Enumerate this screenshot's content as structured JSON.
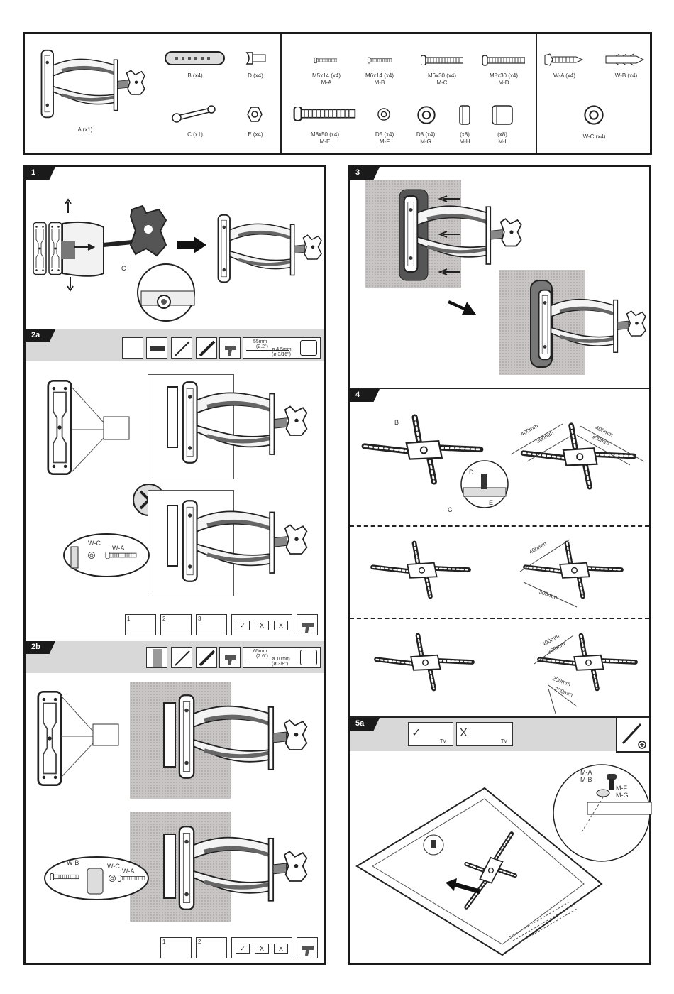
{
  "parts": {
    "A": "A (x1)",
    "B": "B (x4)",
    "C": "C (x1)",
    "D": "D (x4)",
    "E": "E (x4)",
    "MA": [
      "M5x14 (x4)",
      "M-A"
    ],
    "MB": [
      "M6x14 (x4)",
      "M-B"
    ],
    "MC": [
      "M6x30 (x4)",
      "M-C"
    ],
    "MD": [
      "M8x30 (x4)",
      "M-D"
    ],
    "ME": [
      "M8x50 (x4)",
      "M-E"
    ],
    "MF": [
      "D5 (x4)",
      "M-F"
    ],
    "MG": [
      "D8 (x4)",
      "M-G"
    ],
    "MH": [
      "(x8)",
      "M-H"
    ],
    "MI": [
      "(x8)",
      "M-I"
    ],
    "WA": "W-A (x4)",
    "WB": "W-B (x4)",
    "WC": "W-C (x4)"
  },
  "steps": {
    "s1": {
      "num": "1",
      "label_c": "C"
    },
    "s2a": {
      "num": "2a",
      "drill_depth": "55mm",
      "drill_depth_in": "(2.2\")",
      "drill_dia": "ø 4.5mm",
      "drill_dia_in": "(ø 3/16\")",
      "wc": "W-C",
      "wa": "W-A",
      "sub": [
        "1",
        "2",
        "3"
      ],
      "checks": [
        "✓",
        "X",
        "X"
      ]
    },
    "s2b": {
      "num": "2b",
      "drill_depth": "65mm",
      "drill_depth_in": "(2.6\")",
      "drill_dia": "ø 10mm",
      "drill_dia_in": "(ø 3/8\")",
      "wb": "W-B",
      "wc": "W-C",
      "wa": "W-A",
      "sub": [
        "1",
        "2"
      ],
      "checks": [
        "✓",
        "X",
        "X"
      ]
    },
    "s3": {
      "num": "3"
    },
    "s4": {
      "num": "4",
      "b": "B",
      "d": "D",
      "e": "E",
      "c": "C",
      "d400": "400mm",
      "d300": "300mm",
      "d200": "200mm"
    },
    "s5a": {
      "num": "5a",
      "check": "✓",
      "cross": "X",
      "tv": "TV",
      "ma": "M-A",
      "mb": "M-B",
      "mf": "M-F",
      "mg": "M-G"
    }
  }
}
